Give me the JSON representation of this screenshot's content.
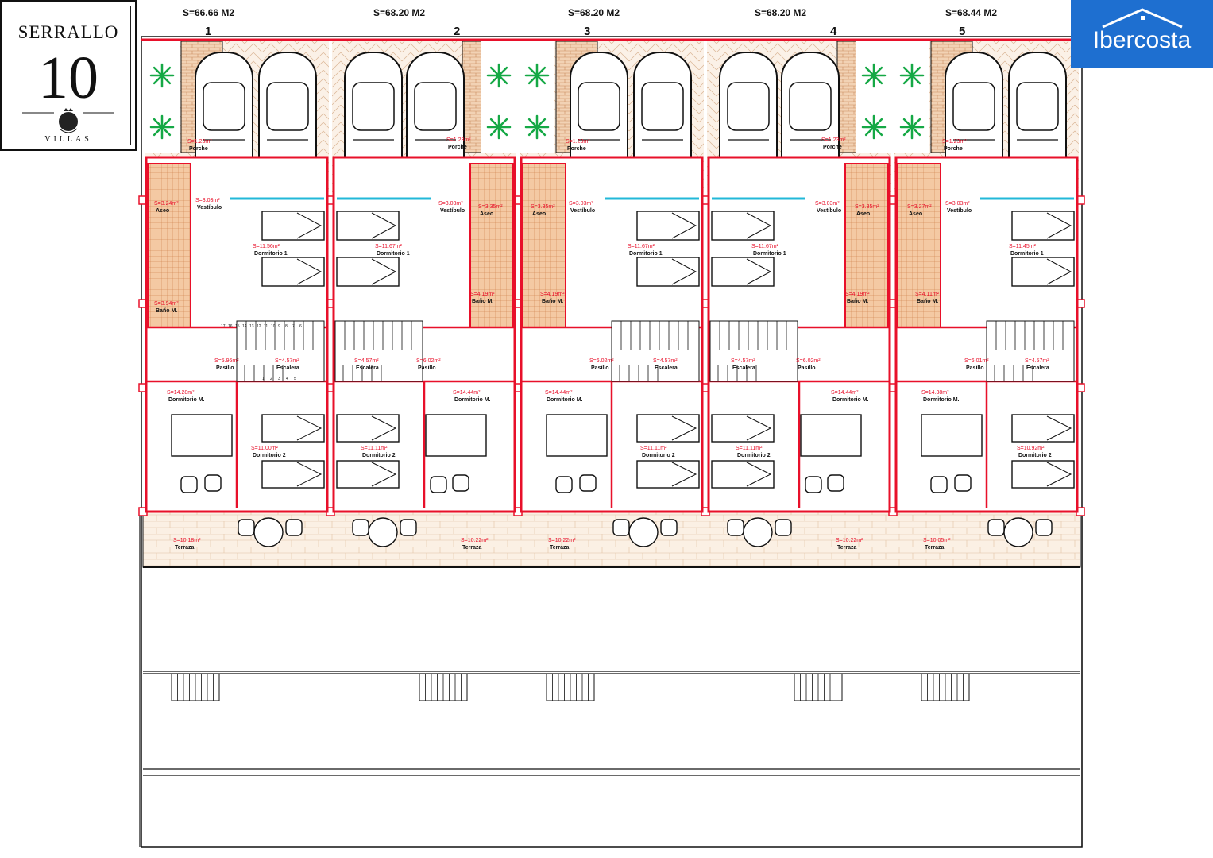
{
  "logo": {
    "title": "SERRALLO",
    "number": "10",
    "subtitle": "VILLAS",
    "brand": "Ibercosta"
  },
  "colors": {
    "wall": "#e8102a",
    "line": "#111111",
    "tile": "#f2d2b4",
    "glass": "#22b8d8",
    "plant": "#15a845",
    "brand": "#1e6fd0"
  },
  "units": [
    {
      "number": "1",
      "area": "S=66.66 M2"
    },
    {
      "number": "2",
      "area": "S=68.20 M2"
    },
    {
      "number": "3",
      "area": "S=68.20 M2"
    },
    {
      "number": "4",
      "area": "S=68.20 M2"
    },
    {
      "number": "5",
      "area": "S=68.44 M2"
    }
  ],
  "rooms": [
    {
      "id": "u1-porche",
      "area": "S=1.23m²",
      "name": "Porche"
    },
    {
      "id": "u2-porche",
      "area": "S=1.23m²",
      "name": "Porche"
    },
    {
      "id": "u3-porche",
      "area": "S=1.23m²",
      "name": "Porche"
    },
    {
      "id": "u4-porche",
      "area": "S=1.23m²",
      "name": "Porche"
    },
    {
      "id": "u5-porche",
      "area": "S=1.23m²",
      "name": "Porche"
    },
    {
      "id": "u1-aseo",
      "area": "S=3.24m²",
      "name": "Aseo"
    },
    {
      "id": "u1-vestibulo",
      "area": "S=3.03m²",
      "name": "Vestíbulo"
    },
    {
      "id": "u2-vestibulo",
      "area": "S=3.03m²",
      "name": "Vestíbulo"
    },
    {
      "id": "u2-aseo",
      "area": "S=3.35m²",
      "name": "Aseo"
    },
    {
      "id": "u3-aseo",
      "area": "S=3.35m²",
      "name": "Aseo"
    },
    {
      "id": "u3-vestibulo",
      "area": "S=3.03m²",
      "name": "Vestíbulo"
    },
    {
      "id": "u4-vestibulo",
      "area": "S=3.03m²",
      "name": "Vestíbulo"
    },
    {
      "id": "u4-aseo",
      "area": "S=3.35m²",
      "name": "Aseo"
    },
    {
      "id": "u5-aseo",
      "area": "S=3.27m²",
      "name": "Aseo"
    },
    {
      "id": "u5-vestibulo",
      "area": "S=3.03m²",
      "name": "Vestíbulo"
    },
    {
      "id": "u1-d1",
      "area": "S=11.56m²",
      "name": "Dormitorio 1"
    },
    {
      "id": "u2-d1",
      "area": "S=11.67m²",
      "name": "Dormitorio 1"
    },
    {
      "id": "u3-d1",
      "area": "S=11.67m²",
      "name": "Dormitorio 1"
    },
    {
      "id": "u4-d1",
      "area": "S=11.67m²",
      "name": "Dormitorio 1"
    },
    {
      "id": "u5-d1",
      "area": "S=11.45m²",
      "name": "Dormitorio 1"
    },
    {
      "id": "u1-bano",
      "area": "S=3.94m²",
      "name": "Baño M."
    },
    {
      "id": "u2-bano",
      "area": "S=4.19m²",
      "name": "Baño M."
    },
    {
      "id": "u3-bano",
      "area": "S=4.19m²",
      "name": "Baño M."
    },
    {
      "id": "u4-bano",
      "area": "S=4.19m²",
      "name": "Baño M."
    },
    {
      "id": "u5-bano",
      "area": "S=4.11m²",
      "name": "Baño M."
    },
    {
      "id": "u1-pasillo",
      "area": "S=5.96m²",
      "name": "Pasillo"
    },
    {
      "id": "u1-escalera",
      "area": "S=4.57m²",
      "name": "Escalera"
    },
    {
      "id": "u2-escalera",
      "area": "S=4.57m²",
      "name": "Escalera"
    },
    {
      "id": "u2-pasillo",
      "area": "S=6.02m²",
      "name": "Pasillo"
    },
    {
      "id": "u3-pasillo",
      "area": "S=6.02m²",
      "name": "Pasillo"
    },
    {
      "id": "u3-escalera",
      "area": "S=4.57m²",
      "name": "Escalera"
    },
    {
      "id": "u4-escalera",
      "area": "S=4.57m²",
      "name": "Escalera"
    },
    {
      "id": "u4-pasillo",
      "area": "S=6.02m²",
      "name": "Pasillo"
    },
    {
      "id": "u5-pasillo",
      "area": "S=6.01m²",
      "name": "Pasillo"
    },
    {
      "id": "u5-escalera",
      "area": "S=4.57m²",
      "name": "Escalera"
    },
    {
      "id": "u1-dm",
      "area": "S=14.28m²",
      "name": "Dormitorio M."
    },
    {
      "id": "u2-dm",
      "area": "S=14.44m²",
      "name": "Dormitorio M."
    },
    {
      "id": "u3-dm",
      "area": "S=14.44m²",
      "name": "Dormitorio M."
    },
    {
      "id": "u4-dm",
      "area": "S=14.44m²",
      "name": "Dormitorio M."
    },
    {
      "id": "u5-dm",
      "area": "S=14.38m²",
      "name": "Dormitorio M."
    },
    {
      "id": "u1-d2",
      "area": "S=11.00m²",
      "name": "Dormitorio 2"
    },
    {
      "id": "u2-d2",
      "area": "S=11.11m²",
      "name": "Dormitorio 2"
    },
    {
      "id": "u3-d2",
      "area": "S=11.11m²",
      "name": "Dormitorio 2"
    },
    {
      "id": "u4-d2",
      "area": "S=11.11m²",
      "name": "Dormitorio 2"
    },
    {
      "id": "u5-d2",
      "area": "S=10.92m²",
      "name": "Dormitorio 2"
    },
    {
      "id": "u1-terraza",
      "area": "S=10.18m²",
      "name": "Terraza"
    },
    {
      "id": "u2-terraza",
      "area": "S=10.22m²",
      "name": "Terraza"
    },
    {
      "id": "u3-terraza",
      "area": "S=10.22m²",
      "name": "Terraza"
    },
    {
      "id": "u4-terraza",
      "area": "S=10.22m²",
      "name": "Terraza"
    },
    {
      "id": "u5-terraza",
      "area": "S=10.05m²",
      "name": "Terraza"
    }
  ],
  "stair_numbers": {
    "upper": [
      "17",
      "16",
      "15",
      "14",
      "13",
      "12",
      "11",
      "10",
      "9",
      "8",
      "7",
      "6"
    ],
    "lower": [
      "1",
      "2",
      "3",
      "4",
      "5"
    ]
  }
}
